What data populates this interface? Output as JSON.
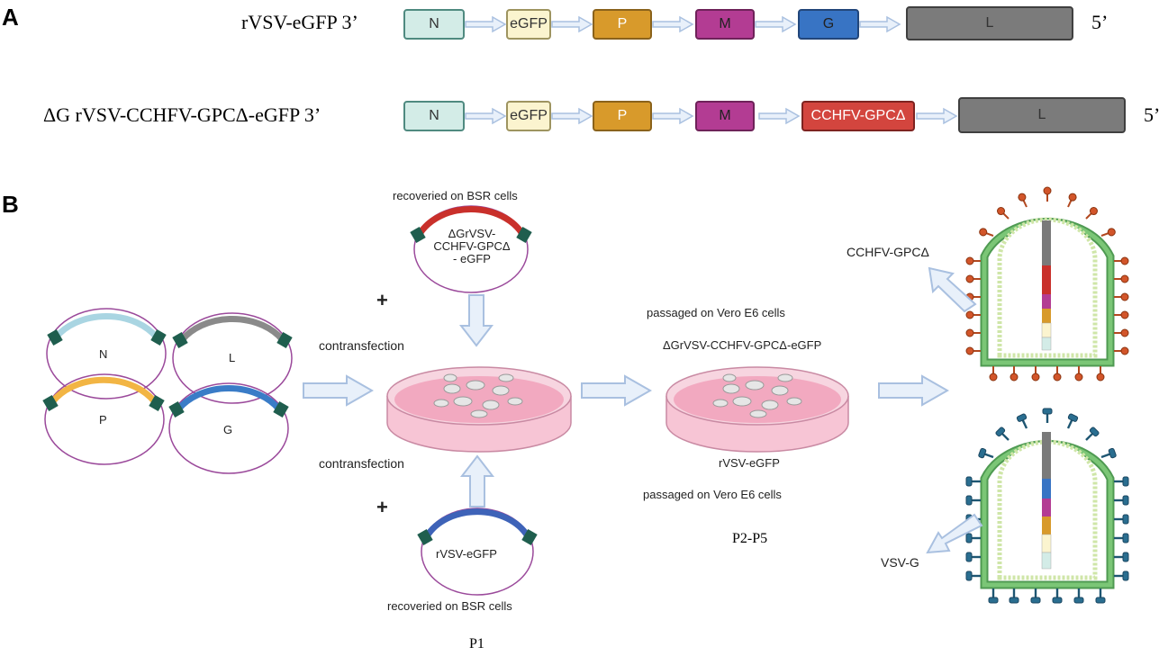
{
  "panel_a": {
    "letter": "A",
    "row1": {
      "name": "rVSV-eGFP 3’",
      "end_label": "5’",
      "genes": [
        {
          "label": "N",
          "color": "#d3ece7",
          "border": "#4f8a80"
        },
        {
          "label": "eGFP",
          "color": "#fbf4cf",
          "border": "#9e9460"
        },
        {
          "label": "P",
          "color": "#d89a2b",
          "border": "#8a621b"
        },
        {
          "label": "M",
          "color": "#b33c93",
          "border": "#6e2259"
        },
        {
          "label": "G",
          "color": "#3874c4",
          "border": "#22467a"
        },
        {
          "label": "L",
          "color": "#7b7b7b",
          "border": "#3f3f3f"
        }
      ]
    },
    "row2": {
      "name": "ΔG rVSV-CCHFV-GPCΔ-eGFP 3’",
      "end_label": "5’",
      "genes": [
        {
          "label": "N",
          "color": "#d3ece7",
          "border": "#4f8a80"
        },
        {
          "label": "eGFP",
          "color": "#fbf4cf",
          "border": "#9e9460"
        },
        {
          "label": "P",
          "color": "#d89a2b",
          "border": "#8a621b"
        },
        {
          "label": "M",
          "color": "#b33c93",
          "border": "#6e2259"
        },
        {
          "label": "CCHFV-GPCΔ",
          "color": "#d3453e",
          "border": "#7e2320"
        },
        {
          "label": "L",
          "color": "#7b7b7b",
          "border": "#3f3f3f"
        }
      ]
    }
  },
  "panel_b": {
    "letter": "B",
    "plasmids": {
      "n": "N",
      "l": "L",
      "p": "P",
      "g": "G"
    },
    "top_plasmid": {
      "caption": "recoveried on BSR cells",
      "label_lines": [
        "ΔGrVSV-",
        "CCHFV-GPCΔ",
        "- eGFP"
      ]
    },
    "bottom_plasmid": {
      "caption": "recoveried on BSR cells",
      "label": "rVSV-eGFP"
    },
    "plus": "+",
    "contransfection": "contransfection",
    "p1": "P1",
    "passaged": "passaged on Vero E6 cells",
    "top_virus_name": "ΔGrVSV-CCHFV-GPCΔ-eGFP",
    "bottom_virus_name": "rVSV-eGFP",
    "p2p5": "P2-P5",
    "glyco_top": "CCHFV-GPCΔ",
    "glyco_bottom": "VSV-G"
  },
  "colors": {
    "arrow_fill": "#e8f0fa",
    "arrow_stroke": "#a9c0e0",
    "dish_pink": "#f2a9c0",
    "plasmid_ring": "#9b4a9b",
    "plasmid_tip": "#1f5e4e",
    "virion_membrane": "#6dbb6a",
    "spike_red": "#d2552a",
    "spike_blue": "#2a6e90"
  }
}
